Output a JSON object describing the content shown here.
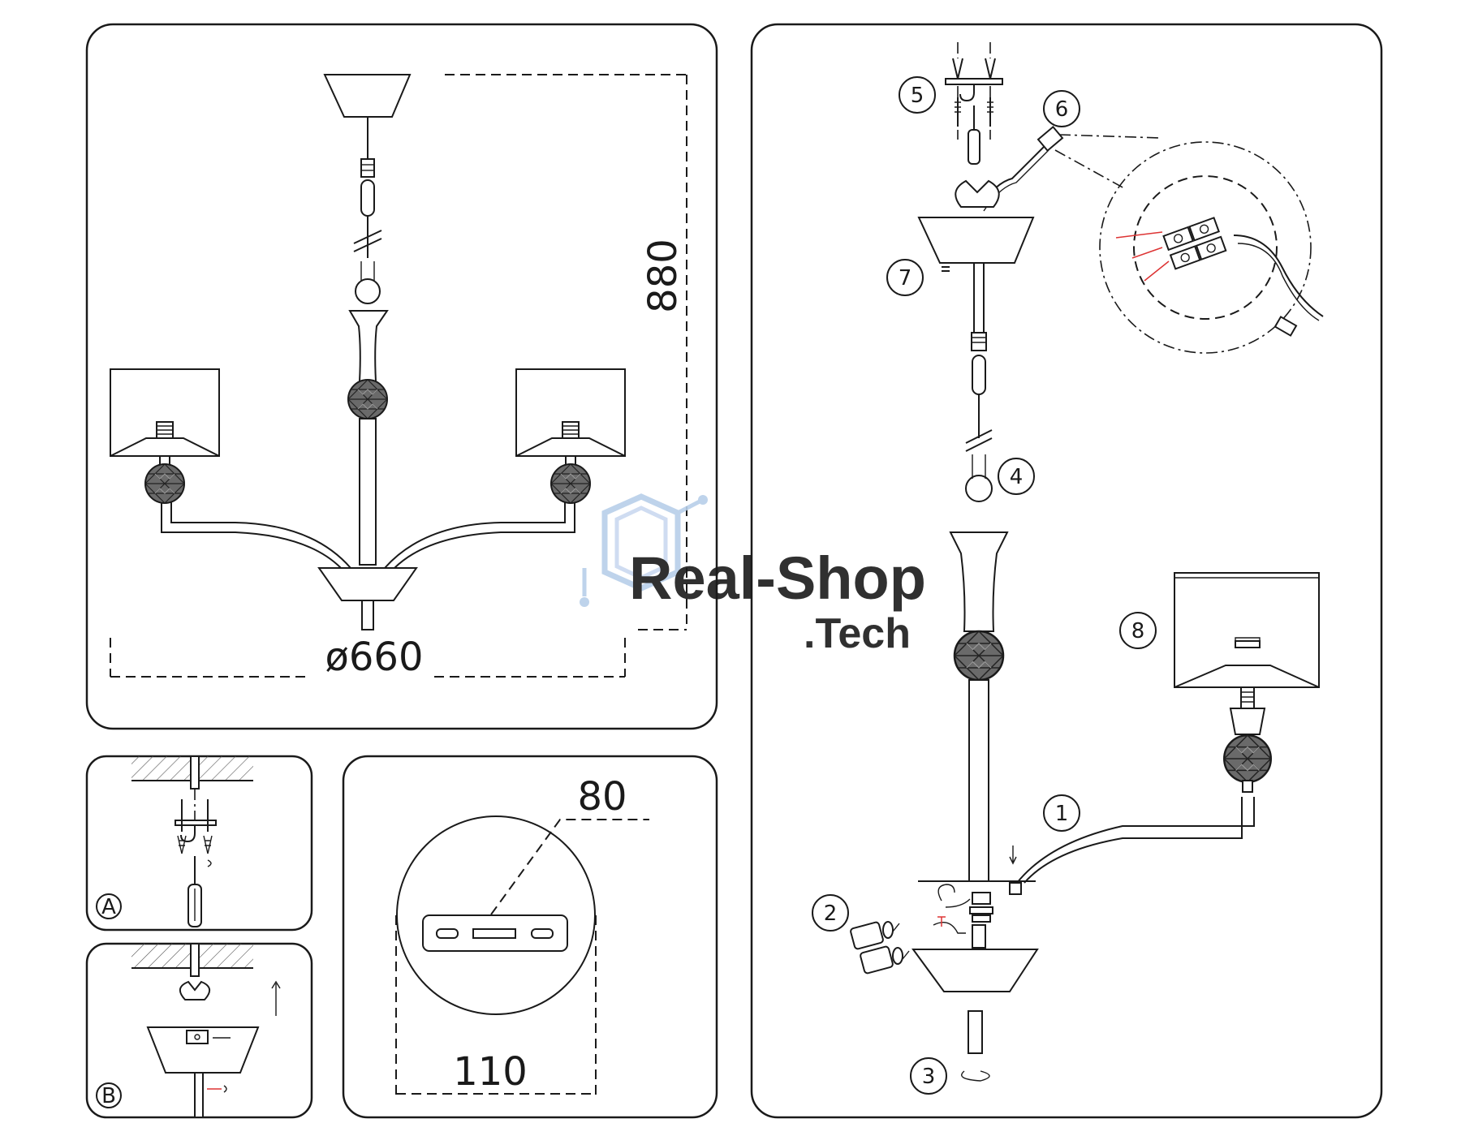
{
  "dimensions": {
    "diameter": "ø660",
    "height": "880",
    "plate_length": "80",
    "plate_width": "110"
  },
  "mount_steps": {
    "a": "A",
    "b": "B"
  },
  "callouts": [
    "1",
    "2",
    "3",
    "4",
    "5",
    "6",
    "7",
    "8"
  ],
  "watermark": {
    "name": "Real-Shop",
    "suffix": ".Tech",
    "color": "#a9cbe8"
  },
  "icons": [
    "screwdriver-icon",
    "hook-icon",
    "screw-icon",
    "wire-connector-icon",
    "crystal-ball-icon",
    "arrow-up-icon",
    "rotate-icon"
  ]
}
